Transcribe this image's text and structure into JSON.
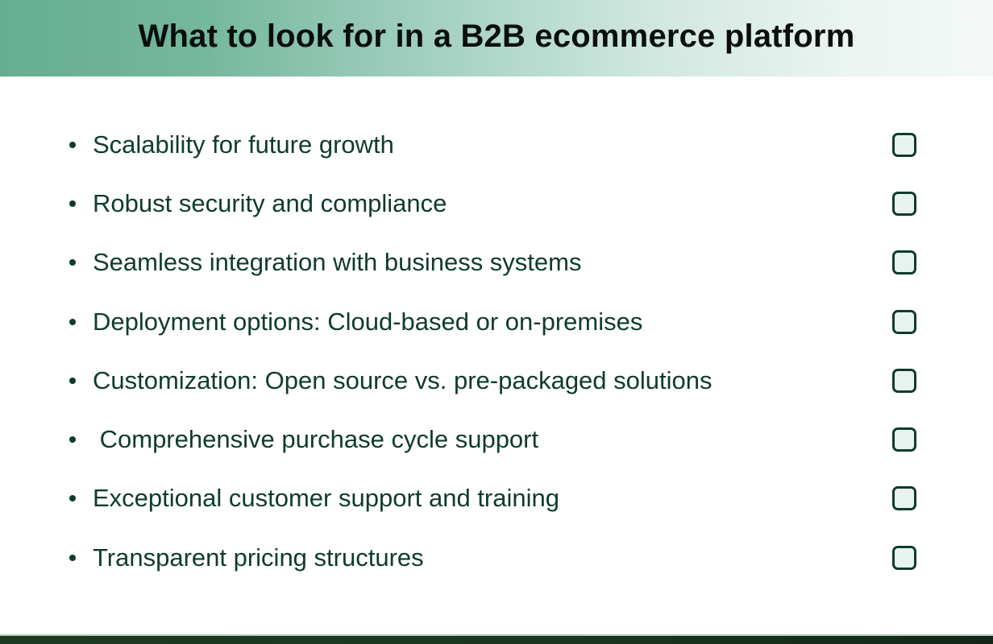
{
  "header": {
    "title": "What to look for in a B2B ecommerce platform"
  },
  "checklist": {
    "items": [
      {
        "label": "Scalability for future growth",
        "checked": false
      },
      {
        "label": "Robust security and compliance",
        "checked": false
      },
      {
        "label": "Seamless integration with business systems",
        "checked": false
      },
      {
        "label": "Deployment options: Cloud-based or on-premises",
        "checked": false
      },
      {
        "label": "Customization: Open source vs. pre-packaged solutions",
        "checked": false
      },
      {
        "label": " Comprehensive purchase cycle support",
        "checked": false
      },
      {
        "label": "Exceptional customer support and training",
        "checked": false
      },
      {
        "label": "Transparent pricing structures",
        "checked": false
      }
    ]
  },
  "colors": {
    "header_gradient_start": "#66ad91",
    "header_gradient_end": "#f4f9f7",
    "text": "#0f3b2f",
    "checkbox_fill": "#e8f3ef",
    "footer": "#1c3a1f"
  }
}
